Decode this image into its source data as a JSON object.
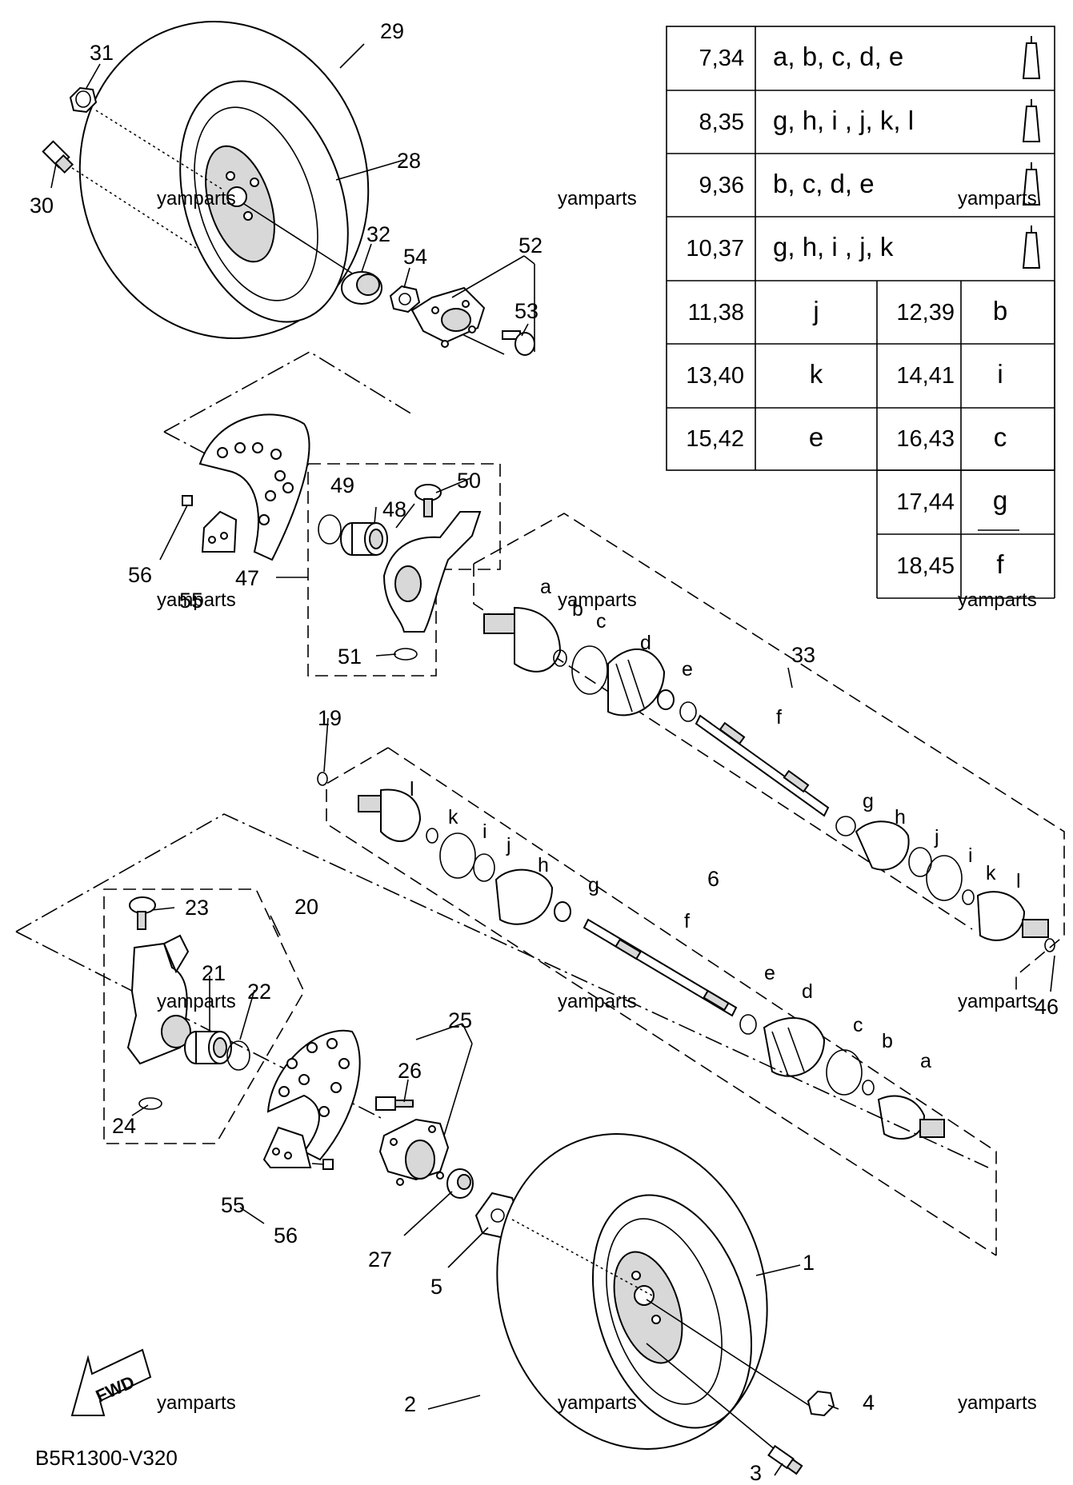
{
  "diagram_code": "B5R1300-V320",
  "watermark": "yamparts",
  "fwd_label": "FWD",
  "callouts": [
    "1",
    "2",
    "3",
    "4",
    "5",
    "6",
    "19",
    "20",
    "21",
    "22",
    "23",
    "24",
    "25",
    "26",
    "27",
    "28",
    "29",
    "30",
    "31",
    "32",
    "33",
    "46",
    "47",
    "48",
    "49",
    "50",
    "51",
    "52",
    "53",
    "54",
    "55",
    "55",
    "56",
    "56"
  ],
  "boot_letters_rear": [
    "a",
    "b",
    "c",
    "d",
    "e",
    "f",
    "g",
    "h",
    "j",
    "i",
    "k",
    "l"
  ],
  "boot_letters_front": [
    "l",
    "k",
    "i",
    "j",
    "h",
    "g",
    "f",
    "e",
    "d",
    "c",
    "b",
    "a"
  ],
  "grease_table": {
    "rows": [
      {
        "parts": "7,34",
        "letters": "a, b, c, d, e"
      },
      {
        "parts": "8,35",
        "letters": "g, h, i , j, k, l"
      },
      {
        "parts": "9,36",
        "letters": "b, c, d, e"
      },
      {
        "parts": "10,37",
        "letters": "g, h, i , j, k"
      }
    ],
    "pairs": [
      {
        "left_parts": "11,38",
        "left_letter": "j",
        "right_parts": "12,39",
        "right_letter": "b"
      },
      {
        "left_parts": "13,40",
        "left_letter": "k",
        "right_parts": "14,41",
        "right_letter": "i"
      },
      {
        "left_parts": "15,42",
        "left_letter": "e",
        "right_parts": "16,43",
        "right_letter": "c"
      },
      {
        "left_parts": "",
        "left_letter": "",
        "right_parts": "17,44",
        "right_letter": "g"
      },
      {
        "left_parts": "",
        "left_letter": "",
        "right_parts": "18,45",
        "right_letter": "f"
      }
    ],
    "icon": "grease-tube-icon"
  }
}
